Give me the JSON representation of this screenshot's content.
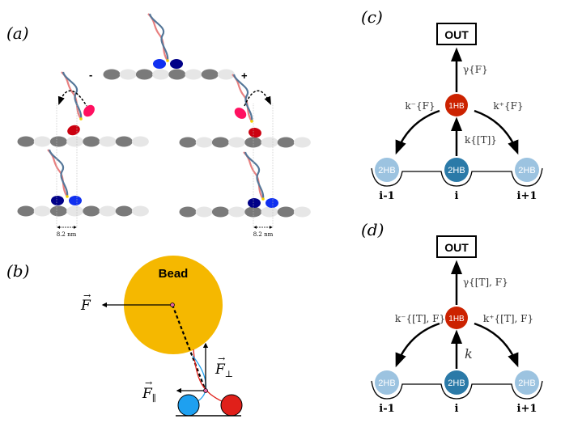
{
  "panels": {
    "a": {
      "label": "(a)",
      "minus": "-",
      "plus": "+",
      "step_left": "8.2 nm",
      "step_right": "8.2 nm"
    },
    "b": {
      "label": "(b)",
      "bead": "Bead",
      "force": "F",
      "force_perp": "F",
      "perp_sub": "⊥",
      "force_par": "F",
      "par_sub": "∥"
    },
    "c": {
      "label": "(c)",
      "out": "OUT",
      "state_top": "1HB",
      "state_bottom": [
        "2HB",
        "2HB",
        "2HB"
      ],
      "rate_out": "γ{F}",
      "rate_minus": "k⁻{F}",
      "rate_plus": "k⁺{F}",
      "rate_up": "k{[T]}",
      "sites": [
        "i-1",
        "i",
        "i+1"
      ]
    },
    "d": {
      "label": "(d)",
      "out": "OUT",
      "state_top": "1HB",
      "state_bottom": [
        "2HB",
        "2HB",
        "2HB"
      ],
      "rate_out": "γ{[T], F}",
      "rate_minus": "k⁻{[T], F}",
      "rate_plus": "k⁺{[T], F}",
      "rate_up": "k",
      "sites": [
        "i-1",
        "i",
        "i+1"
      ]
    }
  },
  "colors": {
    "bead": "#f5b800",
    "red_head": "#cc2200",
    "dark_blue": "#2b7aa8",
    "light_blue": "#9cc3e0",
    "tubulin_dark": "#7a7a7a",
    "tubulin_light": "#e6e6e6"
  }
}
